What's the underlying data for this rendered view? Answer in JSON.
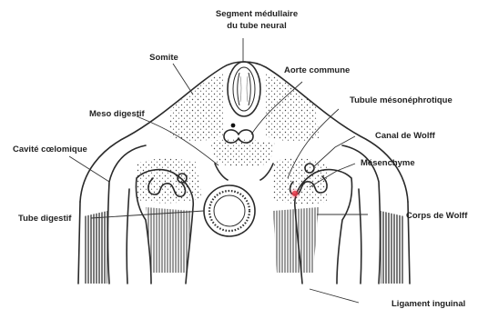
{
  "labels": {
    "segment_medullaire_l1": "Segment médullaire",
    "segment_medullaire_l2": "du tube neural",
    "somite": "Somite",
    "aorte_commune": "Aorte commune",
    "meso_digestif": "Meso digestif",
    "tubule_mesonephrotique": "Tubule mésonéphrotique",
    "canal_de_wolff": "Canal de Wolff",
    "cavite_coelomique": "Cavité cœlomique",
    "mesenchyme": "Mésenchyme",
    "tube_digestif": "Tube digestif",
    "corps_de_wolff": "Corps de Wolff",
    "ligament_inguinal": "Ligament inguinal"
  },
  "colors": {
    "ink": "#2a2a2a",
    "background": "#ffffff",
    "highlight_marker": "#e8394a"
  }
}
